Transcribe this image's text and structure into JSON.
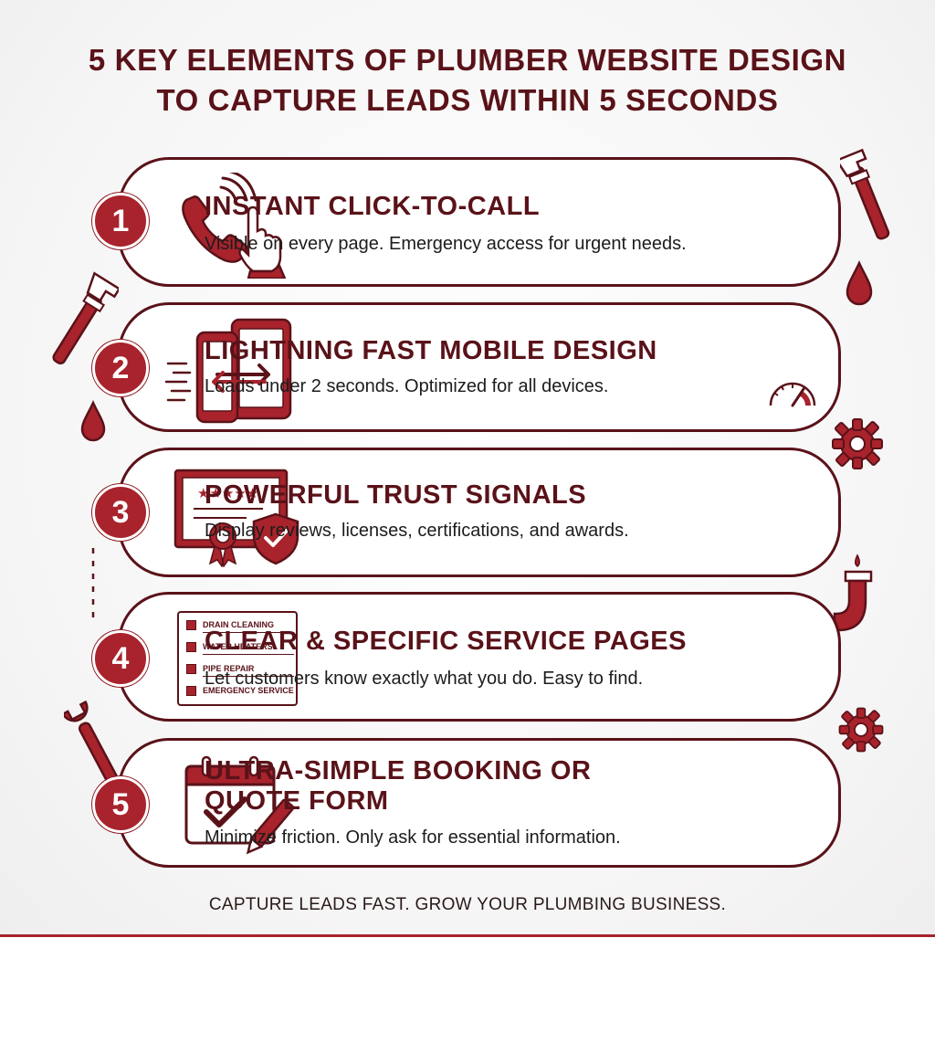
{
  "title_line1": "5 KEY ELEMENTS OF PLUMBER WEBSITE DESIGN",
  "title_line2": "TO CAPTURE LEADS WITHIN 5 SECONDS",
  "items": [
    {
      "number": "1",
      "title": "INSTANT CLICK-TO-CALL",
      "desc": "Visible on every page. Emergency access for urgent needs.",
      "icon": "phone-tap-icon"
    },
    {
      "number": "2",
      "title": "LIGHTNING FAST MOBILE DESIGN",
      "desc": "Loads under 2 seconds. Optimized for all devices.",
      "icon": "mobile-devices-icon"
    },
    {
      "number": "3",
      "title": "POWERFUL TRUST SIGNALS",
      "desc": "Display reviews, licenses, certifications, and awards.",
      "icon": "certificate-shield-icon"
    },
    {
      "number": "4",
      "title": "CLEAR & SPECIFIC SERVICE PAGES",
      "desc": "Let customers know exactly what you do. Easy to find.",
      "icon": "service-checklist-icon",
      "checklist": [
        "DRAIN CLEANING",
        "WATER HEATERS",
        "PIPE REPAIR",
        "EMERGENCY SERVICE"
      ]
    },
    {
      "number": "5",
      "title_line1": "ULTRA-SIMPLE BOOKING OR",
      "title_line2": "QUOTE FORM",
      "desc": "Minimize friction. Only ask for essential information.",
      "icon": "calendar-check-icon"
    }
  ],
  "footer": "CAPTURE LEADS FAST. GROW YOUR PLUMBING BUSINESS.",
  "colors": {
    "primary": "#5a1219",
    "accent": "#a8232c",
    "background": "#f6f5f5"
  }
}
